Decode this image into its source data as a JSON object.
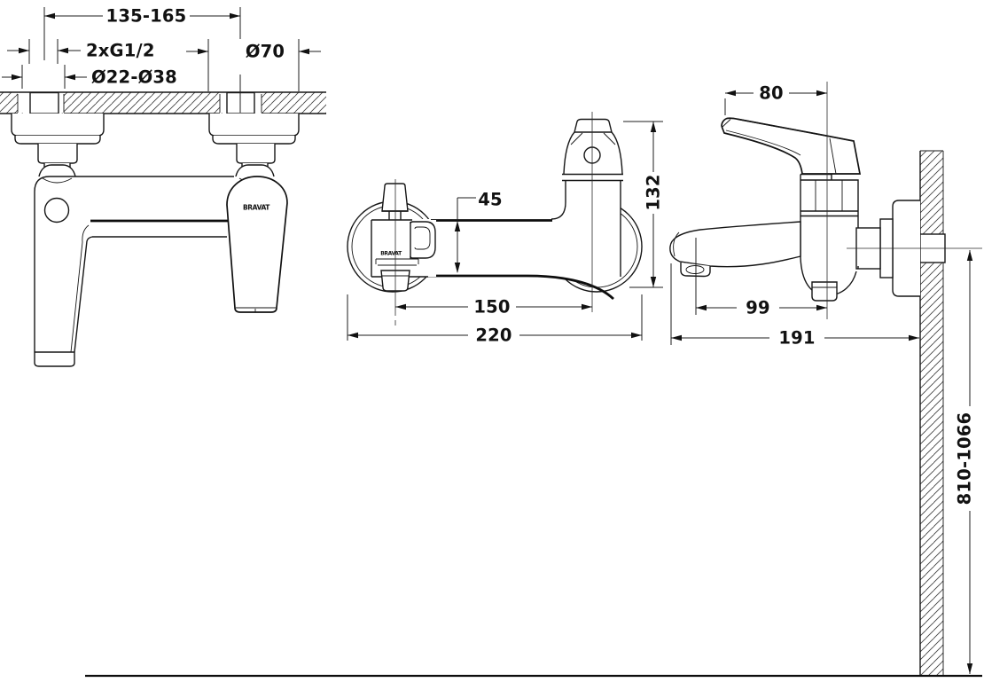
{
  "drawing": {
    "type": "technical installation drawing",
    "product": "wall-mounted single-lever shower mixer",
    "brand": "BRAVAT",
    "line_color": "#161616",
    "background": "#ffffff"
  },
  "top_view": {
    "dims": {
      "pipe_spacing": "135-165",
      "thread": "2xG1/2",
      "cover_range": "Ø22-Ø38",
      "escutcheon_diameter": "Ø70"
    },
    "brand_label": "BRAVAT"
  },
  "front_view": {
    "dims": {
      "body_height": "45",
      "total_height": "132",
      "center_distance": "150",
      "total_width": "220"
    },
    "brand_label": "BRAVAT"
  },
  "side_view": {
    "dims": {
      "handle_projection": "80",
      "spout_center": "99",
      "total_projection": "191",
      "mounting_height": "810-1066"
    }
  }
}
